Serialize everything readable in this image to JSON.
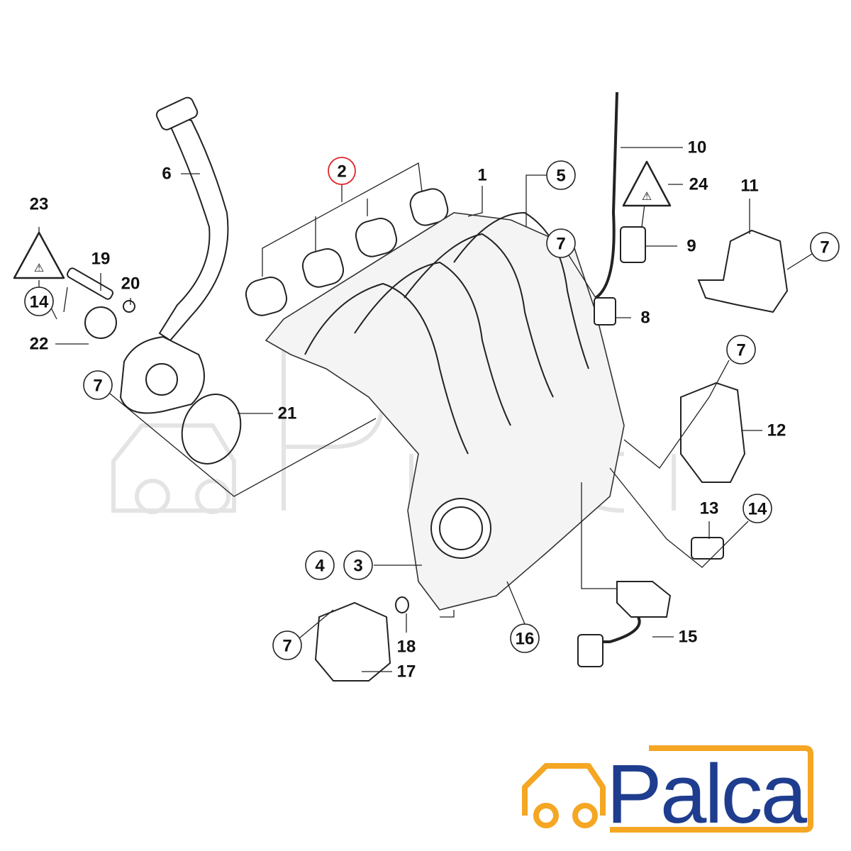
{
  "diagram": {
    "title": "Intake manifold parts diagram",
    "highlighted_part": "2",
    "callouts": {
      "p1": "1",
      "p2": "2",
      "p3": "3",
      "p4": "4",
      "p5": "5",
      "p6": "6",
      "p7": "7",
      "p8": "8",
      "p9": "9",
      "p10": "10",
      "p11": "11",
      "p12": "12",
      "p13": "13",
      "p14": "14",
      "p15": "15",
      "p16": "16",
      "p17": "17",
      "p18": "18",
      "p19": "19",
      "p20": "20",
      "p21": "21",
      "p22": "22",
      "p23": "23",
      "p24": "24"
    },
    "highlight_color": "#e0262a"
  },
  "logo": {
    "text": "Palca",
    "watermark_text": "Palca",
    "text_color": "#1f3d8f",
    "accent_color": "#f5a623"
  }
}
